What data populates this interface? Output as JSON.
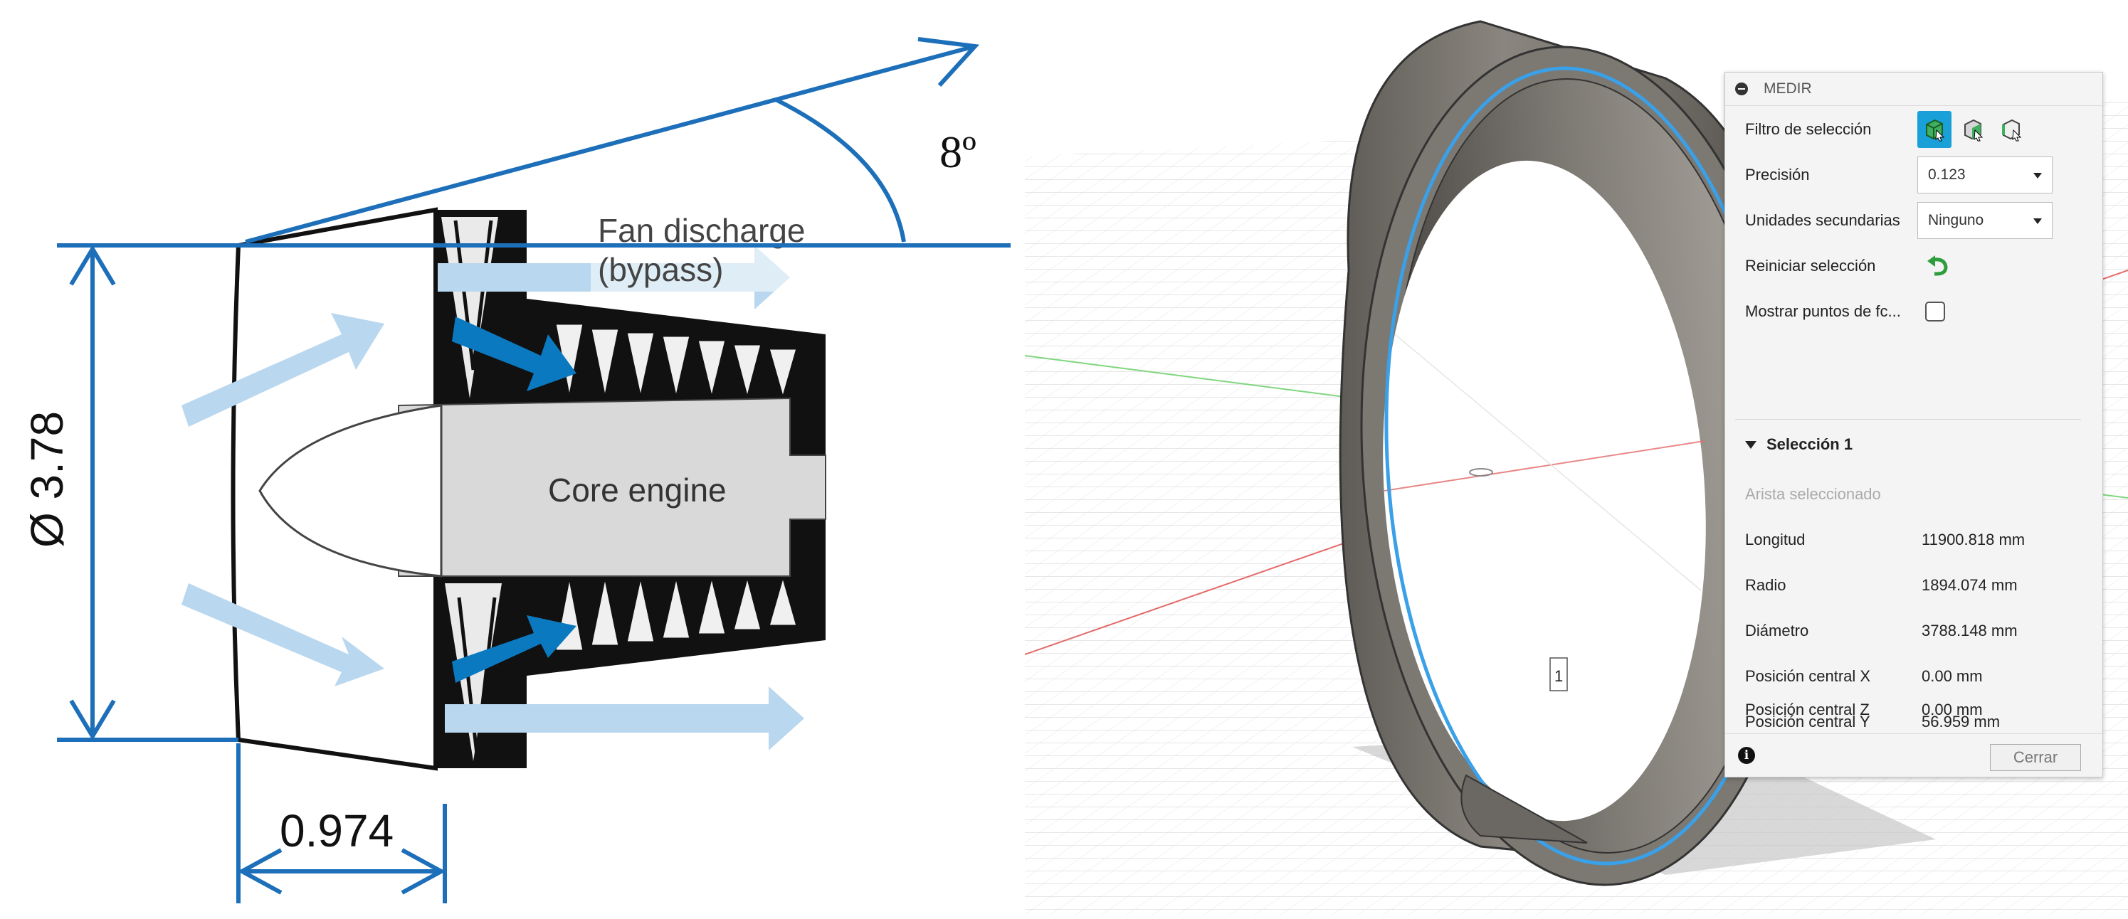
{
  "diagram": {
    "angle_label": "8º",
    "diameter_label": "Ø 3.78",
    "length_label": "0.974",
    "fan_discharge_label": "Fan discharge",
    "bypass_label": "(bypass)",
    "core_engine_label": "Core engine"
  },
  "viewport": {
    "edge_marker_label": "1"
  },
  "panel": {
    "title": "MEDIR",
    "selection_filter_label": "Filtro de selección",
    "precision_label": "Precisión",
    "precision_value": "0.123",
    "secondary_units_label": "Unidades secundarias",
    "secondary_units_value": "Ninguno",
    "reset_selection_label": "Reiniciar selección",
    "show_points_label": "Mostrar puntos de fc...",
    "section_title": "Selección 1",
    "selected_type": "Arista seleccionado",
    "results": [
      {
        "label": "Longitud",
        "value": "11900.818 mm"
      },
      {
        "label": "Radio",
        "value": "1894.074 mm"
      },
      {
        "label": "Diámetro",
        "value": "3788.148 mm"
      },
      {
        "label": "Posición central X",
        "value": "0.00 mm"
      },
      {
        "label": "Posición central Y",
        "value": "56.959 mm"
      },
      {
        "label": "Posición central Z",
        "value": "0.00 mm"
      }
    ],
    "close_label": "Cerrar"
  },
  "colors": {
    "dimension_blue": "#1c6fb8",
    "flow_arrow_light": "#b9d7ee",
    "flow_arrow_dark": "#0b79c0",
    "highlight_edge": "#3aa0e8",
    "active_filter": "#1aa0d8",
    "ring_body": "#78746e"
  }
}
